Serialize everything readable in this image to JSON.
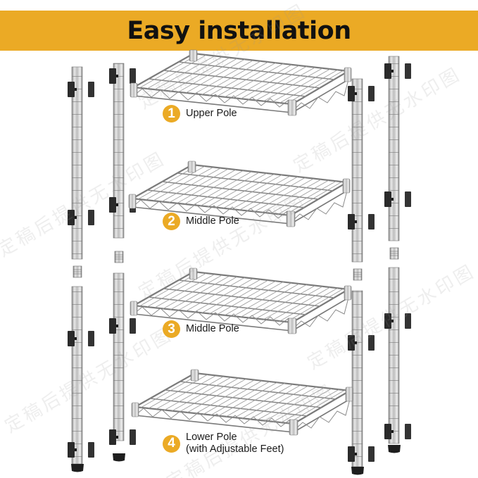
{
  "banner": {
    "title": "Easy installation",
    "background_color": "#EBAA25",
    "text_color": "#111111"
  },
  "steps": [
    {
      "number": "1",
      "label": "Upper Pole"
    },
    {
      "number": "2",
      "label": "Middle Pole"
    },
    {
      "number": "3",
      "label": "Middle Pole"
    },
    {
      "number": "4",
      "label": "Lower Pole",
      "sublabel": "(with Adjustable Feet)"
    }
  ],
  "badge_color": "#EBAA25",
  "watermark": {
    "text": "定稿后提供无水印图"
  },
  "illustration": {
    "shelves_count": 4,
    "poles_count": 4,
    "pole_color": "#b9b9b9",
    "clip_color": "#2a2a2a"
  }
}
